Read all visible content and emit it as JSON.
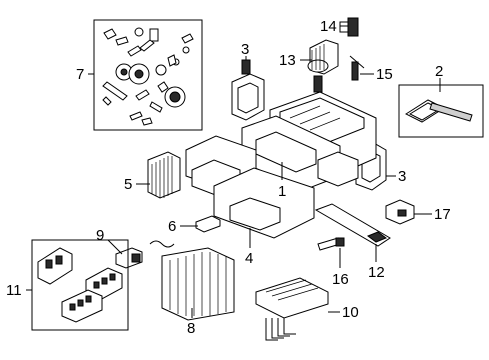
{
  "callouts": [
    {
      "id": "1",
      "label": "1"
    },
    {
      "id": "2",
      "label": "2"
    },
    {
      "id": "3a",
      "label": "3"
    },
    {
      "id": "3b",
      "label": "3"
    },
    {
      "id": "4",
      "label": "4"
    },
    {
      "id": "5",
      "label": "5"
    },
    {
      "id": "6",
      "label": "6"
    },
    {
      "id": "7",
      "label": "7"
    },
    {
      "id": "8",
      "label": "8"
    },
    {
      "id": "9",
      "label": "9"
    },
    {
      "id": "10",
      "label": "10"
    },
    {
      "id": "11",
      "label": "11"
    },
    {
      "id": "12",
      "label": "12"
    },
    {
      "id": "13",
      "label": "13"
    },
    {
      "id": "14",
      "label": "14"
    },
    {
      "id": "15",
      "label": "15"
    },
    {
      "id": "16",
      "label": "16"
    },
    {
      "id": "17",
      "label": "17"
    }
  ]
}
